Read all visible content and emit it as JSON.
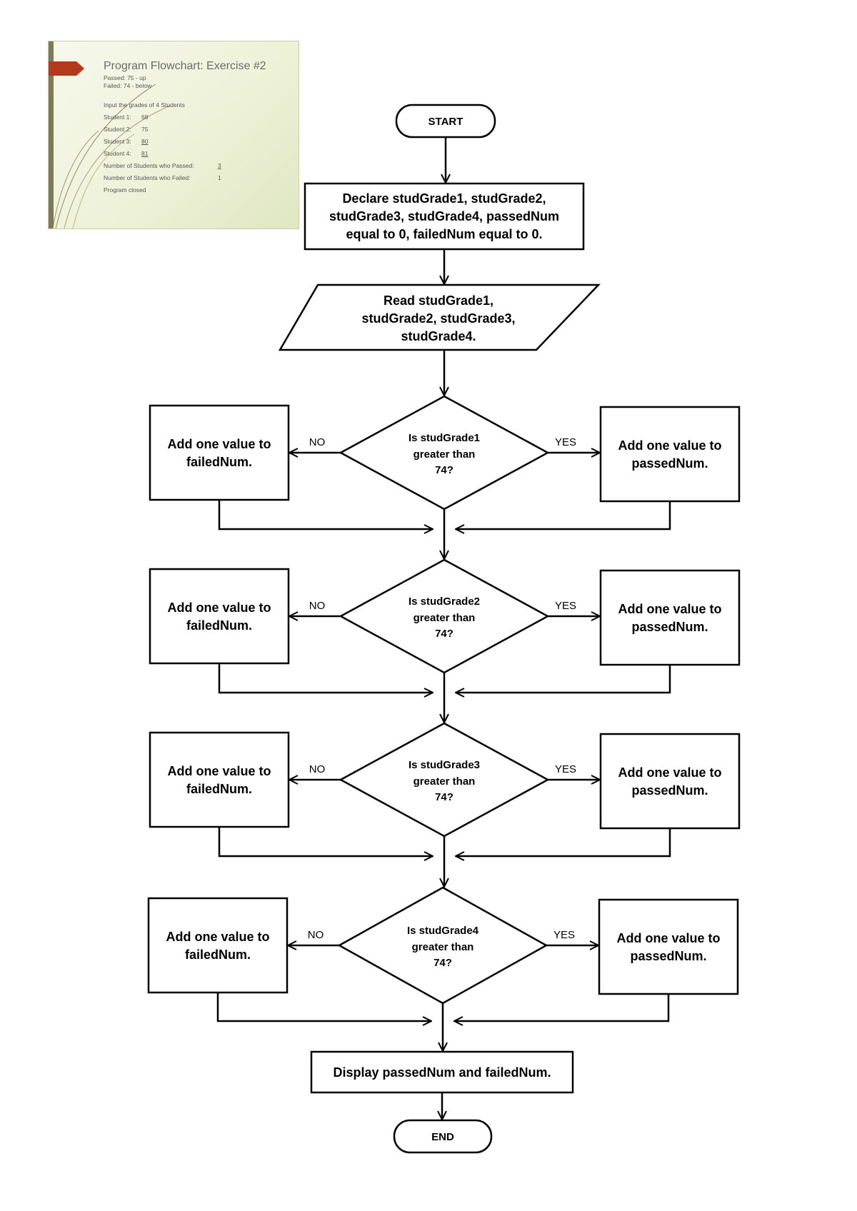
{
  "slide": {
    "title": "Program Flowchart: Exercise #2",
    "subtitle_lines": [
      "Passed: 75 - up",
      "Failed: 74 - below"
    ],
    "lines": [
      {
        "label": "Input the grades of 4 Students",
        "value": ""
      },
      {
        "label": "Student 1:",
        "value": "68"
      },
      {
        "label": "Student 2:",
        "value": "75"
      },
      {
        "label": "Student 3:",
        "value": "80"
      },
      {
        "label": "Student 4:",
        "value": "81"
      },
      {
        "label": "Number of Students who Passed:",
        "value": "3"
      },
      {
        "label": "Number of Students who Failed:",
        "value": "1"
      },
      {
        "label": "Program closed",
        "value": ""
      }
    ],
    "colors": {
      "accent": "#b23a1c",
      "bar": "#7d7a55"
    }
  },
  "flowchart": {
    "start": "START",
    "declare": [
      "Declare studGrade1, studGrade2,",
      "studGrade3, studGrade4, passedNum",
      "equal to 0, failedNum equal to 0."
    ],
    "read": [
      "Read studGrade1,",
      "studGrade2, studGrade3,",
      "studGrade4."
    ],
    "checks": [
      {
        "question": [
          "Is studGrade1",
          "greater than",
          "74?"
        ],
        "no_label": "NO",
        "yes_label": "YES",
        "no_action": [
          "Add one value to",
          "failedNum."
        ],
        "yes_action": [
          "Add one value to",
          "passedNum."
        ]
      },
      {
        "question": [
          "Is studGrade2",
          "greater than",
          "74?"
        ],
        "no_label": "NO",
        "yes_label": "YES",
        "no_action": [
          "Add one value to",
          "failedNum."
        ],
        "yes_action": [
          "Add one value to",
          "passedNum."
        ]
      },
      {
        "question": [
          "Is studGrade3",
          "greater than",
          "74?"
        ],
        "no_label": "NO",
        "yes_label": "YES",
        "no_action": [
          "Add one value to",
          "failedNum."
        ],
        "yes_action": [
          "Add one value to",
          "passedNum."
        ]
      },
      {
        "question": [
          "Is studGrade4",
          "greater than",
          "74?"
        ],
        "no_label": "NO",
        "yes_label": "YES",
        "no_action": [
          "Add one value to",
          "failedNum."
        ],
        "yes_action": [
          "Add one value to",
          "passedNum."
        ]
      }
    ],
    "display": "Display passedNum and failedNum.",
    "end": "END"
  }
}
